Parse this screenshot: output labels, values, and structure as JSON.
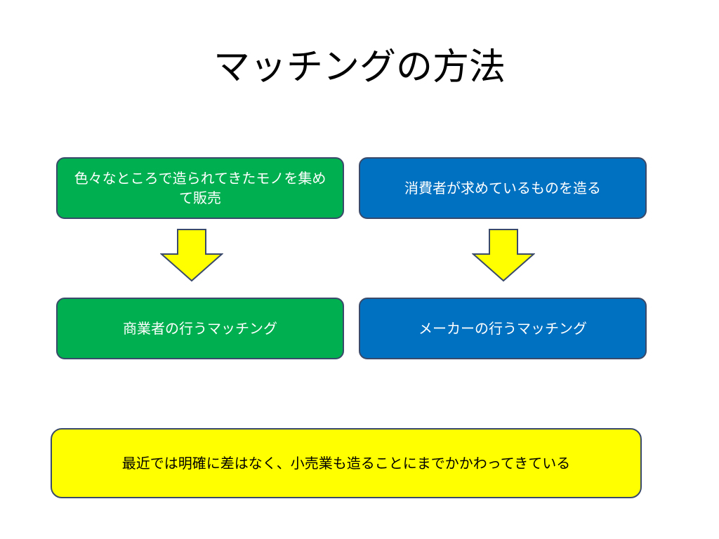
{
  "title": "マッチングの方法",
  "boxes": {
    "left_top": "色々なところで造られてきたモノを集めて販売",
    "right_top": "消費者が求めているものを造る",
    "left_bottom": "商業者の行うマッチング",
    "right_bottom": "メーカーの行うマッチング",
    "summary": "最近では明確に差はなく、小売業も造ることにまでかかわってきている"
  },
  "colors": {
    "green": "#00b050",
    "blue": "#0070c0",
    "yellow": "#ffff00",
    "arrow_fill": "#ffff00",
    "border": "#3a4a6a"
  }
}
